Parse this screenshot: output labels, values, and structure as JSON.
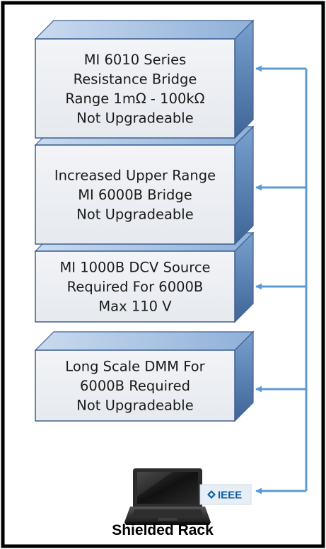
{
  "rack": {
    "caption": "Shielded Rack"
  },
  "instruments": [
    {
      "lines": [
        "MI 6010 Series",
        "Resistance Bridge",
        "Range 1mΩ - 100kΩ",
        "Not Upgradeable"
      ]
    },
    {
      "lines": [
        "Increased Upper Range",
        "MI 6000B Bridge",
        "Not Upgradeable"
      ]
    },
    {
      "lines": [
        "MI 1000B DCV Source",
        "Required For 6000B",
        "Max 110 V"
      ]
    },
    {
      "lines": [
        "Long Scale DMM For",
        "6000B Required",
        "Not Upgradeable"
      ]
    }
  ],
  "ieee_badge": {
    "label": "IEEE"
  },
  "colors": {
    "box_face": "#eef0f4",
    "box_top": "#b7cde8",
    "box_side": "#5b7fb0",
    "box_border": "#3d5e8f",
    "arrow": "#5b9bd5",
    "frame": "#000000"
  },
  "icons": {
    "laptop": "laptop-icon",
    "ieee": "ieee-logo-icon"
  }
}
